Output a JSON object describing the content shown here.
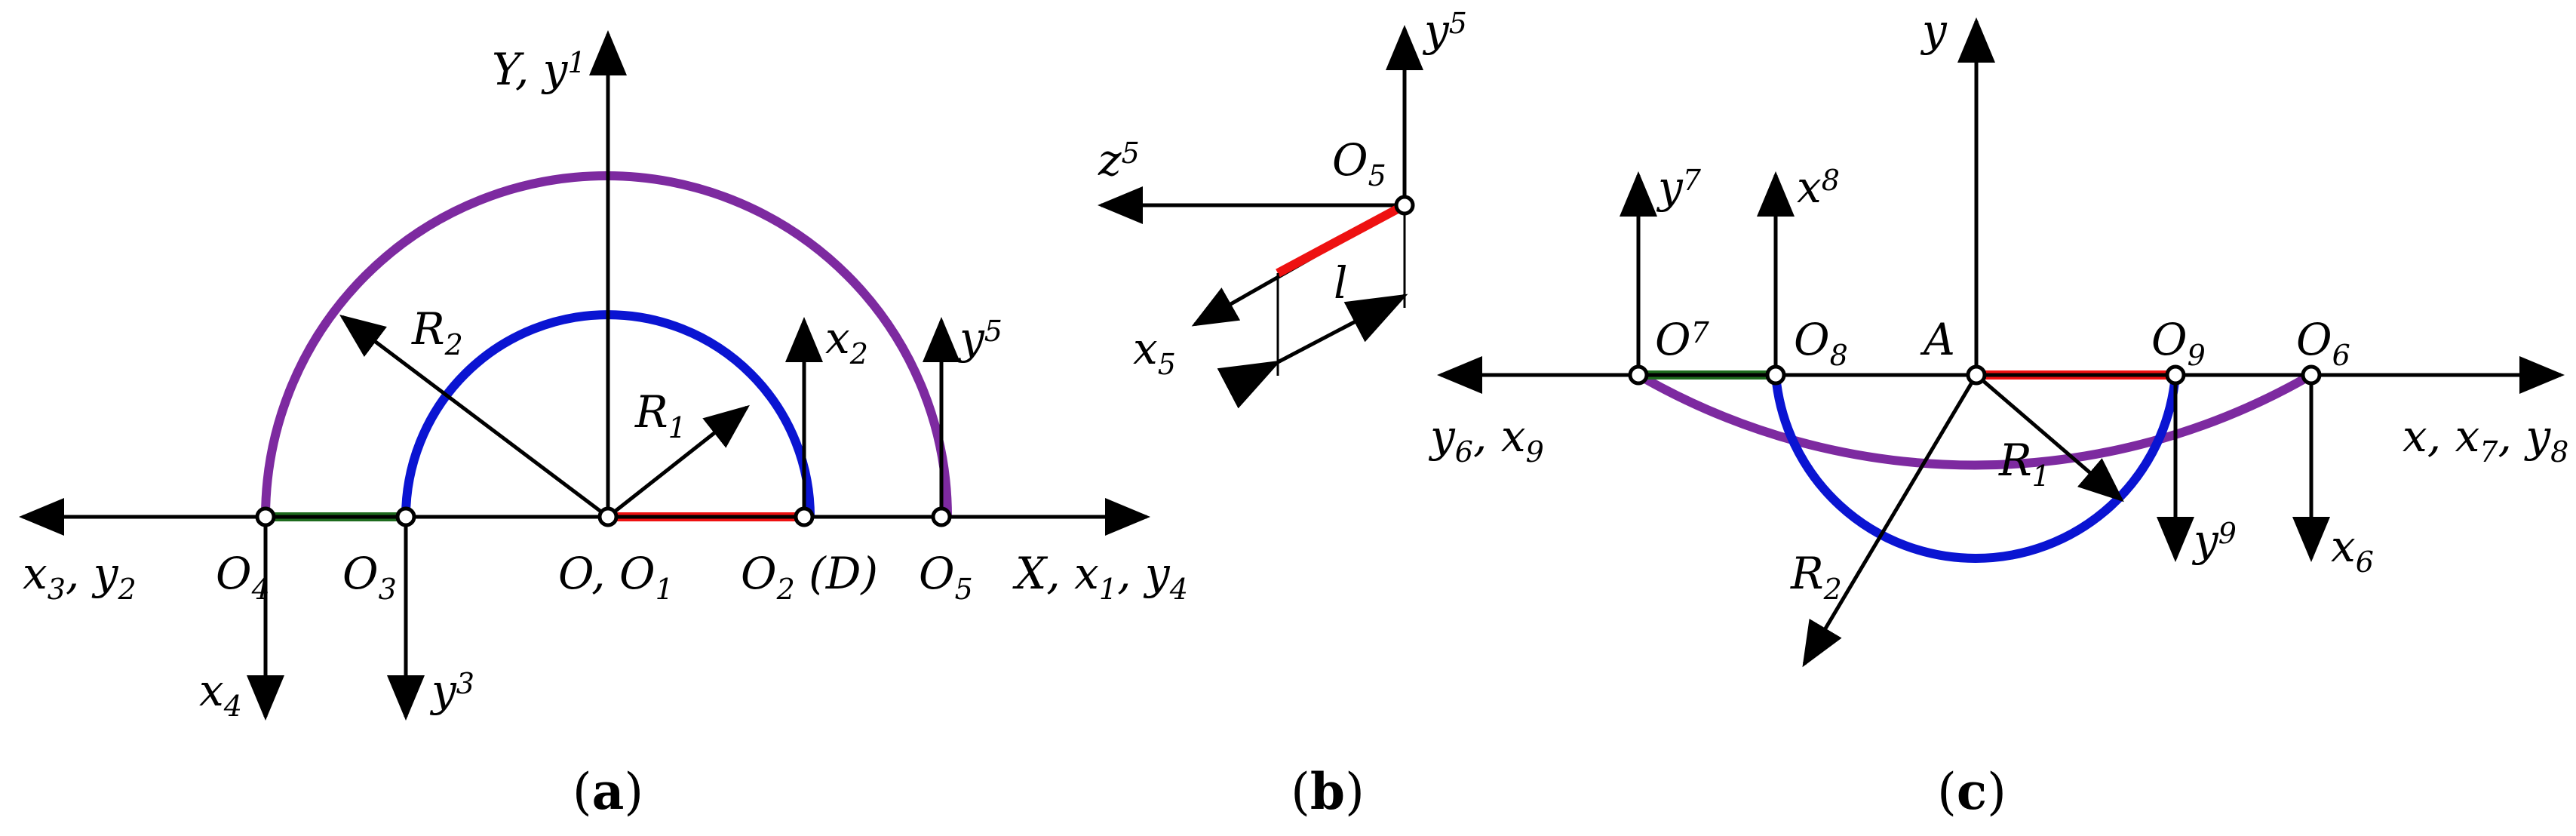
{
  "colors": {
    "axis": "#000000",
    "purple": "#7d2aa0",
    "blue": "#0a14d2",
    "red": "#ee1111",
    "green": "#1e6b1e"
  },
  "panel_a": {
    "caption": {
      "open": "(",
      "letter": "a",
      "close": ")"
    },
    "y_axis": {
      "main": "Y, y",
      "sub": "1"
    },
    "x_axis": {
      "main": "X, x",
      "sub1": "1",
      "mid": ", y",
      "sub2": "4"
    },
    "left_axis": {
      "main": "x",
      "sub1": "3",
      "mid": ", y",
      "sub2": "2"
    },
    "r2": {
      "main": "R",
      "sub": "2"
    },
    "r1": {
      "main": "R",
      "sub": "1"
    },
    "x2": {
      "main": "x",
      "sub": "2"
    },
    "y5": {
      "main": "y",
      "sub": "5"
    },
    "o4": {
      "main": "O",
      "sub": "4"
    },
    "o3": {
      "main": "O",
      "sub": "3"
    },
    "o_o1": {
      "main": "O, O",
      "sub": "1"
    },
    "o2d": {
      "main": "O",
      "sub": "2",
      "tail": " (D)"
    },
    "o5": {
      "main": "O",
      "sub": "5"
    },
    "x4": {
      "main": "x",
      "sub": "4"
    },
    "y3": {
      "main": "y",
      "sub": "3"
    }
  },
  "panel_b": {
    "caption": {
      "open": "(",
      "letter": "b",
      "close": ")"
    },
    "y5": {
      "main": "y",
      "sub": "5"
    },
    "z5": {
      "main": "z",
      "sub": "5"
    },
    "o5": {
      "main": "O",
      "sub": "5"
    },
    "l": {
      "main": "l"
    },
    "x5": {
      "main": "x",
      "sub": "5"
    }
  },
  "panel_c": {
    "caption": {
      "open": "(",
      "letter": "c",
      "close": ")"
    },
    "y": {
      "main": "y"
    },
    "y7": {
      "main": "y",
      "sub": "7"
    },
    "x8": {
      "main": "x",
      "sub": "8"
    },
    "o7": {
      "main": "O",
      "sub": "7"
    },
    "o8": {
      "main": "O",
      "sub": "8"
    },
    "a": {
      "main": "A"
    },
    "o9": {
      "main": "O",
      "sub": "9"
    },
    "o6": {
      "main": "O",
      "sub": "6"
    },
    "left_axis": {
      "main": "y",
      "sub1": "6",
      "mid": ", x",
      "sub2": "9"
    },
    "right_axis": {
      "main": "x, x",
      "sub1": "7",
      "mid": ", y",
      "sub2": "8"
    },
    "r1": {
      "main": "R",
      "sub": "1"
    },
    "r2": {
      "main": "R",
      "sub": "2"
    },
    "y9": {
      "main": "y",
      "sub": "9"
    },
    "x6": {
      "main": "x",
      "sub": "6"
    }
  }
}
